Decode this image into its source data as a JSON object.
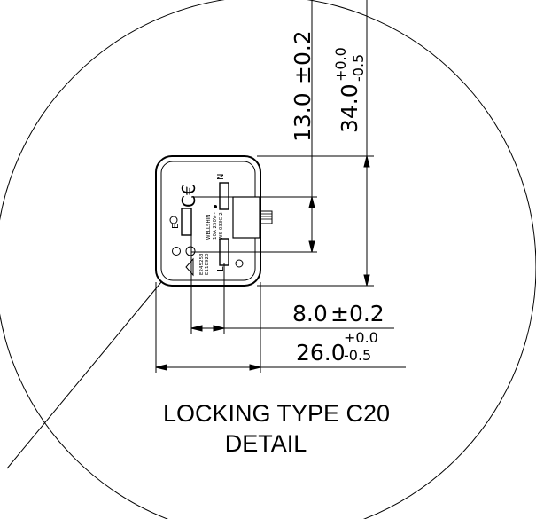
{
  "caption": {
    "line1": "LOCKING TYPE C20",
    "line2": "DETAIL"
  },
  "dimensions": {
    "vertical_inner": {
      "nominal": "13.0",
      "tolerance": "±0.2"
    },
    "vertical_outer": {
      "nominal": "34.0",
      "upper": "+0.0",
      "lower": "-0.5"
    },
    "horizontal_inner": {
      "nominal": "8.0",
      "tolerance": "±0.2"
    },
    "horizontal_outer": {
      "nominal": "26.0",
      "upper": "+0.0",
      "lower": "-0.5"
    }
  },
  "pin_labels": {
    "neutral": "N",
    "line": "L",
    "earth": "E"
  },
  "face_markings": {
    "brand": "WELLSHIN",
    "rating": "10A 250V~",
    "model": "WS-033C-2",
    "cert1": "E245253",
    "cert2": "E118920"
  }
}
